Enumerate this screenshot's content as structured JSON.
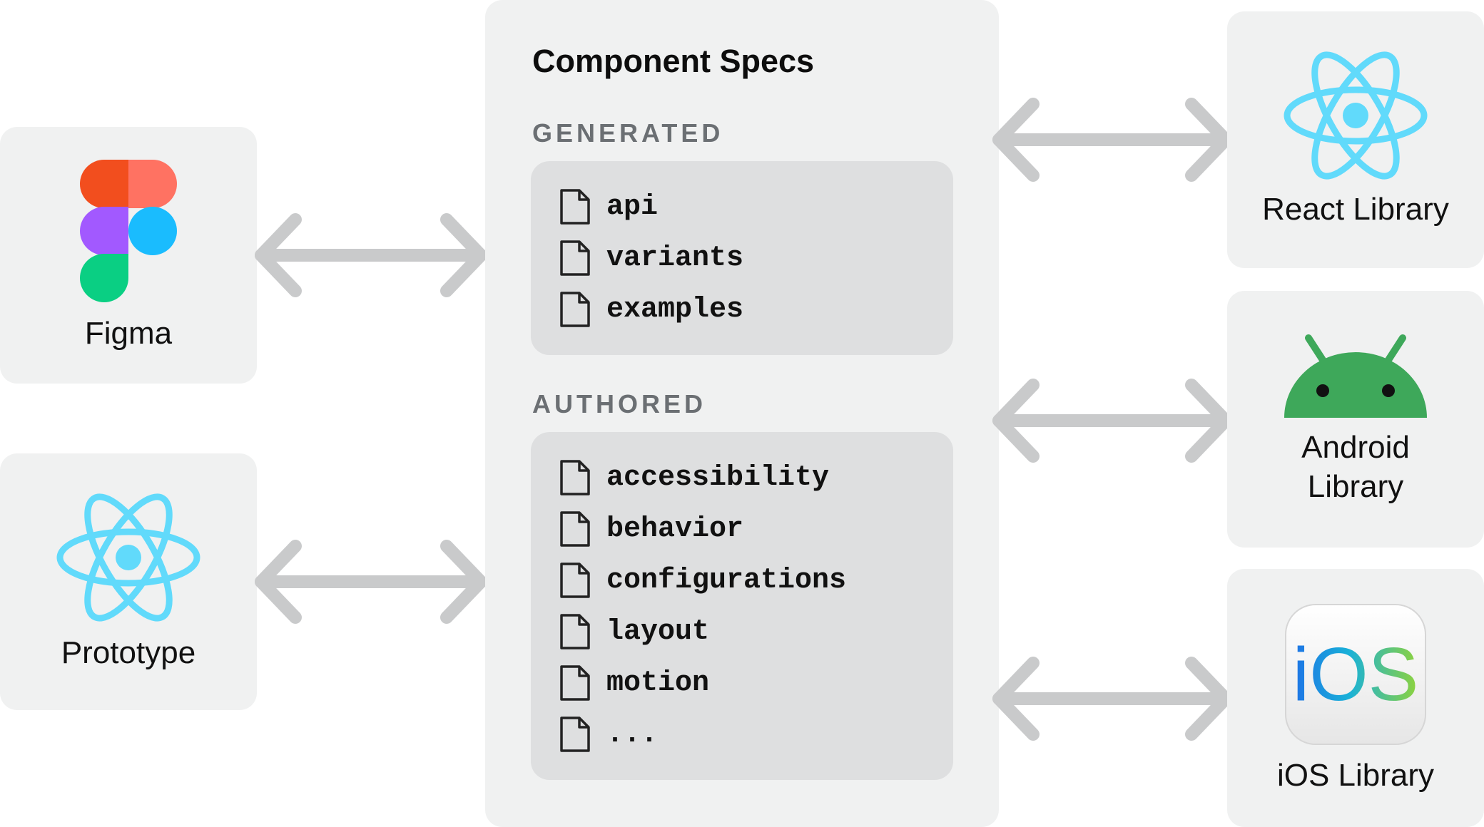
{
  "figma": {
    "label": "Figma"
  },
  "prototype": {
    "label": "Prototype"
  },
  "specs": {
    "title": "Component Specs",
    "generated": {
      "label": "GENERATED",
      "files": [
        "api",
        "variants",
        "examples"
      ]
    },
    "authored": {
      "label": "AUTHORED",
      "files": [
        "accessibility",
        "behavior",
        "configurations",
        "layout",
        "motion",
        "..."
      ]
    }
  },
  "react_library": {
    "label": "React Library"
  },
  "android_library": {
    "label_line1": "Android",
    "label_line2": "Library"
  },
  "ios_library": {
    "label": "iOS Library",
    "logo_text": "iOS"
  },
  "colors": {
    "card_bg": "#f0f1f1",
    "file_box_bg": "#dedfe0",
    "arrow": "#c9cacb",
    "react": "#61dafb",
    "android": "#3ea85a",
    "section_label": "#6b6f73",
    "figma_red": "#f24e1e",
    "figma_orange": "#ff7262",
    "figma_purple": "#a259ff",
    "figma_blue": "#1abcfe",
    "figma_green": "#0acf83"
  },
  "icons": {
    "figma": "figma-logo-icon",
    "react": "react-logo-icon",
    "android": "android-logo-icon",
    "ios": "ios-logo-icon",
    "file": "file-icon"
  }
}
